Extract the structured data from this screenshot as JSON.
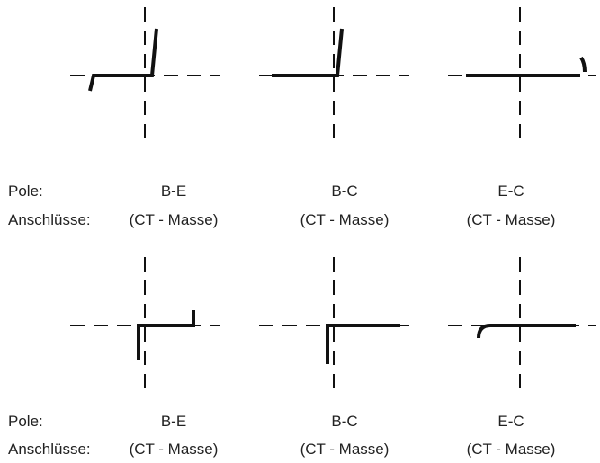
{
  "rows": [
    {
      "row_label": "Pole:",
      "sub_label": "Anschlüsse:",
      "panels": [
        {
          "pole": "B-E",
          "connection": "(CT - Masse)"
        },
        {
          "pole": "B-C",
          "connection": "(CT - Masse)"
        },
        {
          "pole": "E-C",
          "connection": "(CT - Masse)"
        }
      ]
    },
    {
      "row_label": "Pole:",
      "sub_label": "Anschlüsse:",
      "panels": [
        {
          "pole": "B-E",
          "connection": "(CT - Masse)"
        },
        {
          "pole": "B-C",
          "connection": "(CT - Masse)"
        },
        {
          "pole": "E-C",
          "connection": "(CT - Masse)"
        }
      ]
    }
  ]
}
